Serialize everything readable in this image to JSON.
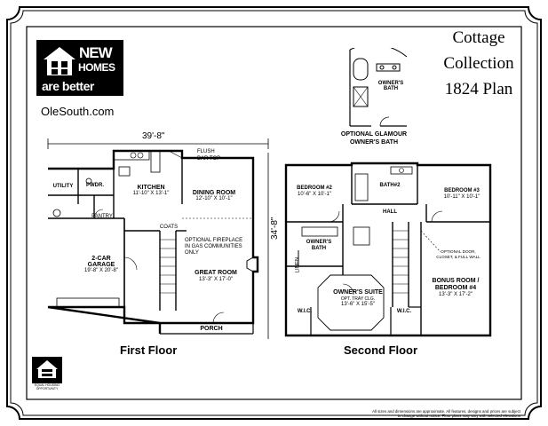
{
  "logo": {
    "line1": "NEW",
    "line2": "HOMES",
    "line3": "are better",
    "url": "OleSouth.com"
  },
  "title": {
    "line1": "Cottage",
    "line2": "Collection",
    "line3": "1824 Plan"
  },
  "first_floor": {
    "label": "First Floor",
    "width_dim": "39'-8\"",
    "depth_dim": "34'-8\"",
    "rooms": {
      "flush_bar": "FLUSH",
      "flush_bar2": "BAR TOP",
      "kitchen": "KITCHEN",
      "kitchen_size": "11'-10\" X 13'-1\"",
      "dining": "DINING ROOM",
      "dining_size": "12'-10\" X 10'-1\"",
      "utility": "UTILITY",
      "pwdr": "PWDR.",
      "pantry": "PANTRY",
      "coats": "COATS",
      "fireplace1": "OPTIONAL FIREPLACE",
      "fireplace2": "IN GAS COMMUNITIES",
      "fireplace3": "ONLY",
      "garage1": "2-CAR",
      "garage2": "GARAGE",
      "garage_size": "19'-8\" X 20'-8\"",
      "great": "GREAT ROOM",
      "great_size": "13'-3\" X 17'-0\"",
      "porch": "PORCH"
    }
  },
  "second_floor": {
    "label": "Second Floor",
    "rooms": {
      "bed2": "BEDROOM #2",
      "bed2_size": "10'-6\" X 10'-1\"",
      "bath2": "BATH#2",
      "bed3": "BEDROOM #3",
      "bed3_size": "10'-11\" X 10'-1\"",
      "hall": "HALL",
      "owners_bath1": "OWNER'S",
      "owners_bath2": "BATH",
      "linen": "LINEN",
      "owners_suite": "OWNER'S SUITE",
      "tray": "OPT. TRAY CLG.",
      "suite_size": "13'-6\" X 15'-5\"",
      "wic_left": "W.I.C.",
      "wic_right": "W.I.C.",
      "opt_door1": "OPTIONAL DOOR,",
      "opt_door2": "CLOSET, & FULL WALL",
      "bonus1": "BONUS ROOM /",
      "bonus2": "BEDROOM #4",
      "bonus_size": "13'-3\" X 17'-2\""
    }
  },
  "glamour": {
    "bath1": "OWNER'S",
    "bath2": "BATH",
    "caption1": "OPTIONAL GLAMOUR",
    "caption2": "OWNER'S BATH"
  },
  "equal_housing": {
    "line1": "EQUAL HOUSING",
    "line2": "OPPORTUNITY"
  },
  "disclaimer": {
    "line1": "All sizes and dimensions are approximate. All features, designs and prices are subject",
    "line2": "to change without notice. Floor plans may vary with selected elevations"
  }
}
